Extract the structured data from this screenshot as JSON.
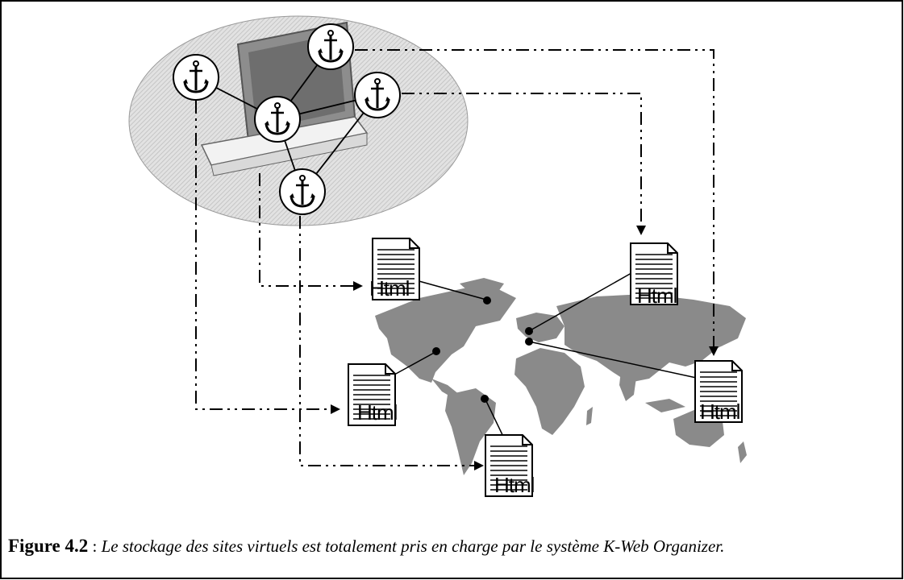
{
  "diagram": {
    "documents": [
      {
        "id": "doc-top-center",
        "label": "Html"
      },
      {
        "id": "doc-left",
        "label": "Html"
      },
      {
        "id": "doc-bottom",
        "label": "Html"
      },
      {
        "id": "doc-right-top",
        "label": "Html"
      },
      {
        "id": "doc-right-bottom",
        "label": "Html"
      }
    ],
    "anchor_count": 5,
    "icons": [
      "laptop-icon",
      "anchor-icon",
      "document-icon",
      "world-map-icon"
    ]
  },
  "caption": {
    "label": "Figure 4.2",
    "separator": " : ",
    "text": "Le stockage des sites virtuels est totalement pris en charge par le système K-Web Organizer."
  },
  "colors": {
    "map": "#8a8a8a",
    "ellipse": "#d8d8d8",
    "lines": "#000000"
  }
}
